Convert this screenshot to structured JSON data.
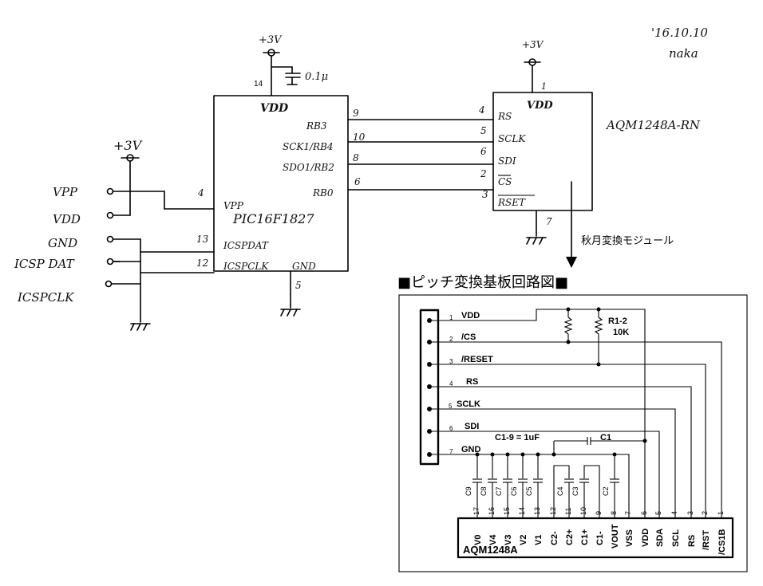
{
  "signature": {
    "date": "'16.10.10",
    "author": "naka"
  },
  "pic": {
    "supply": "+3V",
    "vdd_pin": "14",
    "cap": "0.1μ",
    "vdd_label": "VDD",
    "part": "PIC16F1827",
    "gnd_pin": "5",
    "pins": [
      {
        "num": "9",
        "name": "RB3"
      },
      {
        "num": "10",
        "name": "SCK1/RB4"
      },
      {
        "num": "8",
        "name": "SDO1/RB2"
      },
      {
        "num": "6",
        "name": "RB0"
      },
      {
        "num": "4",
        "name": "VPP"
      },
      {
        "num": "13",
        "name": "ICSPDAT"
      },
      {
        "num": "12",
        "name": "ICSPCLK"
      },
      {
        "num": "",
        "name": "GND"
      }
    ]
  },
  "icsp": {
    "supply": "+3V",
    "labels": [
      "VPP",
      "VDD",
      "GND",
      "ICSP DAT",
      "ICSPCLK"
    ]
  },
  "lcd_module": {
    "supply": "+3V",
    "vdd_pin": "1",
    "vdd_label": "VDD",
    "part": "AQM1248A-RN",
    "gnd_pin": "7",
    "pins": [
      {
        "num": "4",
        "name": "RS"
      },
      {
        "num": "5",
        "name": "SCLK"
      },
      {
        "num": "6",
        "name": "SDI"
      },
      {
        "num": "2",
        "name": "CS"
      },
      {
        "num": "3",
        "name": "RSET"
      }
    ],
    "note": "秋月変換モジュール"
  },
  "board": {
    "title": "■ピッチ変換基板回路図■",
    "connector": [
      {
        "num": "1",
        "name": "VDD"
      },
      {
        "num": "2",
        "name": "/CS"
      },
      {
        "num": "3",
        "name": "/RESET"
      },
      {
        "num": "4",
        "name": "RS"
      },
      {
        "num": "5",
        "name": "SCLK"
      },
      {
        "num": "6",
        "name": "SDI"
      },
      {
        "num": "7",
        "name": "GND"
      }
    ],
    "resistor": {
      "ref": "R1-2",
      "value": "10K"
    },
    "cap_note": "C1-9 = 1uF",
    "cap_ref": "C1",
    "cap_refs": [
      "C9",
      "C8",
      "C7",
      "C6",
      "C5",
      "C4",
      "C3",
      "C2"
    ],
    "lcd_part": "AQM1248A",
    "lcd_pins": [
      {
        "num": "17",
        "name": "V0"
      },
      {
        "num": "16",
        "name": "V4"
      },
      {
        "num": "15",
        "name": "V3"
      },
      {
        "num": "14",
        "name": "V2"
      },
      {
        "num": "13",
        "name": "V1"
      },
      {
        "num": "12",
        "name": "C2-"
      },
      {
        "num": "11",
        "name": "C2+"
      },
      {
        "num": "10",
        "name": "C1+"
      },
      {
        "num": "9",
        "name": "C1-"
      },
      {
        "num": "8",
        "name": "VOUT"
      },
      {
        "num": "7",
        "name": "VSS"
      },
      {
        "num": "6",
        "name": "VDD"
      },
      {
        "num": "5",
        "name": "SDA"
      },
      {
        "num": "4",
        "name": "SCL"
      },
      {
        "num": "3",
        "name": "RS"
      },
      {
        "num": "2",
        "name": "/RST"
      },
      {
        "num": "1",
        "name": "/CS1B"
      }
    ]
  }
}
